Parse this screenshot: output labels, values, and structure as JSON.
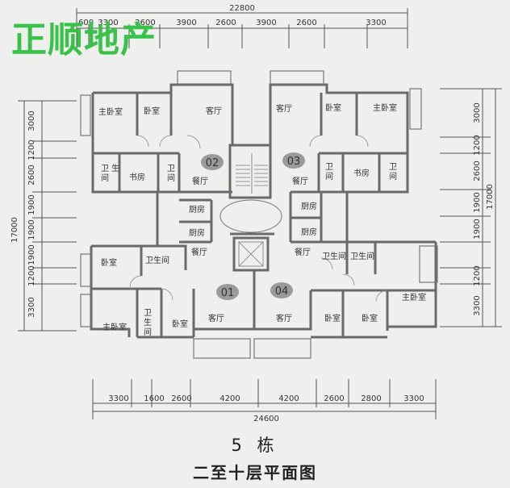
{
  "watermark": "正顺地产",
  "caption": {
    "building": "5 栋",
    "plan_title": "二至十层平面图"
  },
  "dimensions": {
    "top_total": "22800",
    "top": [
      "600",
      "3300",
      "2600",
      "3900",
      "2600",
      "3900",
      "2600",
      "3300"
    ],
    "bottom_total": "24600",
    "bottom": [
      "3300",
      "1600",
      "2600",
      "4200",
      "4200",
      "2600",
      "2800",
      "3300"
    ],
    "left_total": "17000",
    "left": [
      "3000",
      "1200",
      "2600",
      "1900",
      "1900",
      "1900",
      "1200",
      "3300"
    ],
    "right_total": "17000",
    "right": [
      "3000",
      "1200",
      "2600",
      "1900",
      "1900",
      "1200",
      "3300"
    ]
  },
  "units": [
    "02",
    "03",
    "01",
    "04"
  ],
  "rooms": {
    "master_bedroom": "主卧室",
    "bedroom": "卧室",
    "living": "客厅",
    "dining": "餐厅",
    "study": "书房",
    "bath": "卫生间",
    "bath_v1": "卫",
    "bath_v2": "生",
    "bath_v3": "间",
    "kitchen": "厨房",
    "kitchen_alt": "厨房"
  },
  "colors": {
    "line": "#555555",
    "wall": "#6a6a6a",
    "watermark": "#39c24a",
    "badge": "#9a9a9a"
  }
}
